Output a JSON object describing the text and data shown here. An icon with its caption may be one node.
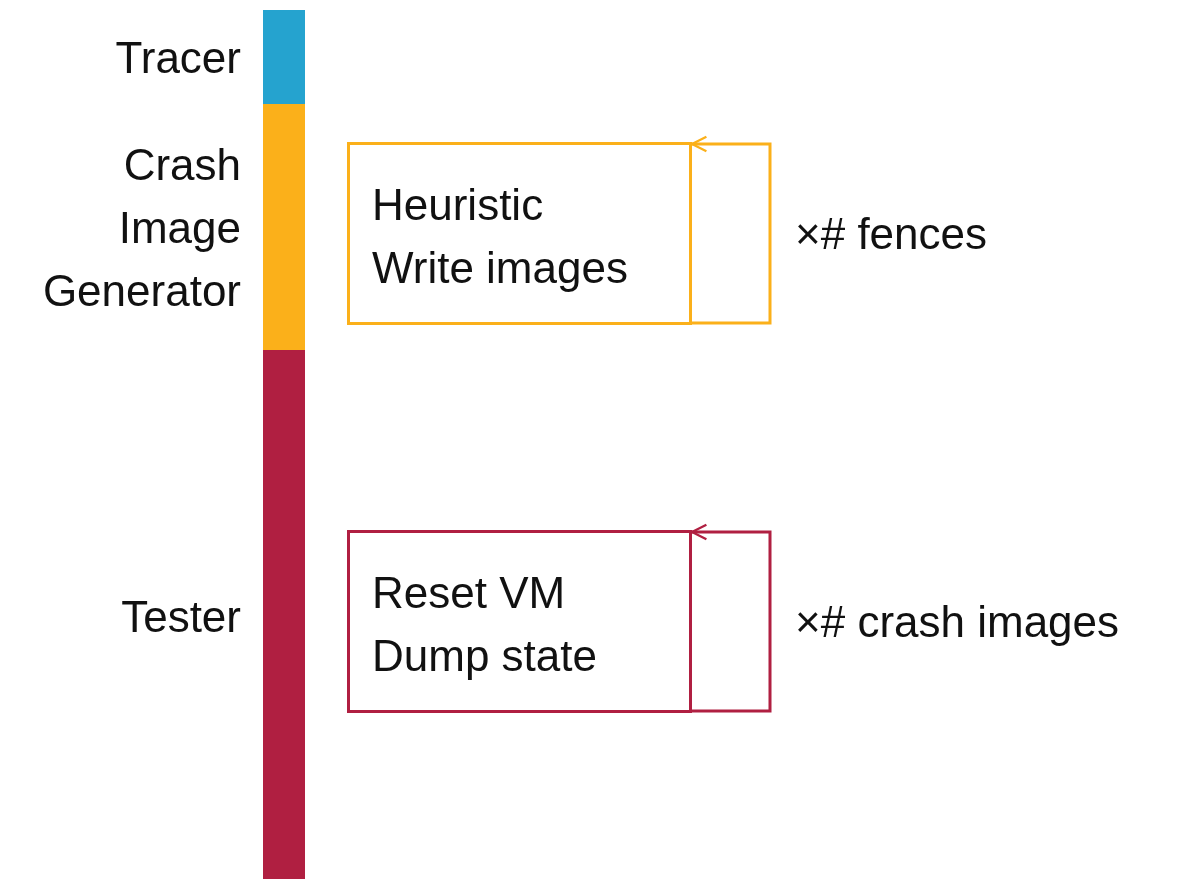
{
  "diagram": {
    "nodes": [
      {
        "text": [
          "Tracer"
        ]
      },
      {
        "text": [
          "Crash Image Generator"
        ]
      },
      {
        "text": [
          "Tester"
        ]
      },
      {
        "text": [
          "Heuristic",
          "Write images"
        ]
      },
      {
        "text": [
          "Reset VM",
          "Dump state"
        ]
      }
    ],
    "edges": [
      {
        "from": 3,
        "to": 3,
        "arrow": "to",
        "label": "×# fences",
        "color": "#fbb01a"
      },
      {
        "from": 4,
        "to": 4,
        "arrow": "to",
        "label": "×# crash images",
        "color": "#b01f41"
      }
    ]
  }
}
